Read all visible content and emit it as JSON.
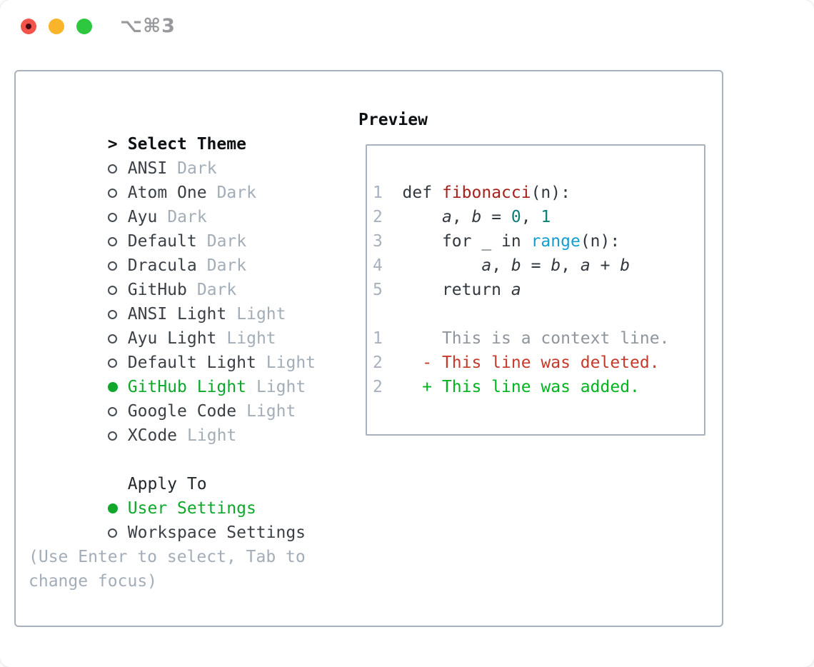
{
  "window": {
    "title": "⌥⌘3",
    "traffic_lights": [
      "close",
      "minimize",
      "zoom"
    ]
  },
  "colors": {
    "accent_green": "#0fa72c",
    "added_green": "#00b41f",
    "deleted_red": "#c53a2a",
    "function_red": "#a6211c",
    "number_teal": "#0e7d79",
    "call_blue": "#149dd2",
    "muted_gray": "#a3adb8",
    "context_gray": "#8e959c",
    "border_gray": "#a9b2bc"
  },
  "left": {
    "header": {
      "prompt": ">",
      "label": "Select Theme"
    },
    "themes": [
      {
        "name": "ANSI",
        "tag": "Dark",
        "selected": false
      },
      {
        "name": "Atom One",
        "tag": "Dark",
        "selected": false
      },
      {
        "name": "Ayu",
        "tag": "Dark",
        "selected": false
      },
      {
        "name": "Default",
        "tag": "Dark",
        "selected": false
      },
      {
        "name": "Dracula",
        "tag": "Dark",
        "selected": false
      },
      {
        "name": "GitHub",
        "tag": "Dark",
        "selected": false
      },
      {
        "name": "ANSI Light",
        "tag": "Light",
        "selected": false
      },
      {
        "name": "Ayu Light",
        "tag": "Light",
        "selected": false
      },
      {
        "name": "Default Light",
        "tag": "Light",
        "selected": false
      },
      {
        "name": "GitHub Light",
        "tag": "Light",
        "selected": true
      },
      {
        "name": "Google Code",
        "tag": "Light",
        "selected": false
      },
      {
        "name": "XCode",
        "tag": "Light",
        "selected": false
      }
    ],
    "apply_to": {
      "label": "Apply To",
      "options": [
        {
          "name": "User Settings",
          "selected": true
        },
        {
          "name": "Workspace Settings",
          "selected": false
        }
      ]
    },
    "help": {
      "line1": "(Use Enter to select, Tab to",
      "line2": "change focus)"
    }
  },
  "preview": {
    "header": "Preview",
    "code": [
      {
        "num": "1",
        "tokens": [
          {
            "t": "  def "
          },
          {
            "t": "fibonacci"
          },
          {
            "t": "(n):"
          }
        ]
      },
      {
        "num": "2",
        "tokens": [
          {
            "t": "      "
          },
          {
            "t": "a"
          },
          {
            "t": ", "
          },
          {
            "t": "b"
          },
          {
            "t": " = "
          },
          {
            "t": "0"
          },
          {
            "t": ", "
          },
          {
            "t": "1"
          }
        ]
      },
      {
        "num": "3",
        "tokens": [
          {
            "t": "      for _ in "
          },
          {
            "t": "range"
          },
          {
            "t": "(n):"
          }
        ]
      },
      {
        "num": "4",
        "tokens": [
          {
            "t": "          "
          },
          {
            "t": "a"
          },
          {
            "t": ", "
          },
          {
            "t": "b"
          },
          {
            "t": " = "
          },
          {
            "t": "b"
          },
          {
            "t": ", "
          },
          {
            "t": "a"
          },
          {
            "t": " + "
          },
          {
            "t": "b"
          }
        ]
      },
      {
        "num": "5",
        "tokens": [
          {
            "t": "      return "
          },
          {
            "t": "a"
          }
        ]
      },
      {
        "num": "",
        "tokens": []
      },
      {
        "num": "1",
        "tokens": [
          {
            "t": "      This is a context line."
          }
        ]
      },
      {
        "num": "2",
        "tokens": [
          {
            "t": "    - This line was deleted."
          }
        ]
      },
      {
        "num": "2",
        "tokens": [
          {
            "t": "    + This line was added."
          }
        ]
      }
    ]
  }
}
